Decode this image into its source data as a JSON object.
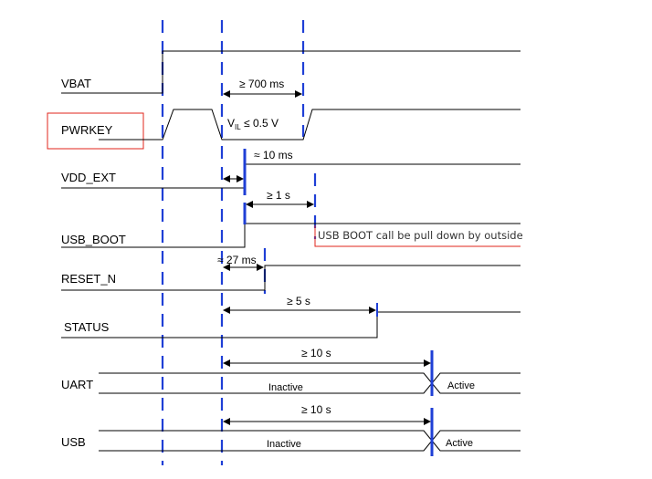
{
  "signals": {
    "vbat": "VBAT",
    "pwrkey": "PWRKEY",
    "vdd_ext": "VDD_EXT",
    "usb_boot": "USB_BOOT",
    "reset_n": "RESET_N",
    "status": "STATUS",
    "uart": "UART",
    "usb": "USB"
  },
  "annotations": {
    "pwrkey_hold": "≥ 700 ms",
    "vil_main": "V",
    "vil_sub": "IL",
    "vil_rest": " ≤ 0.5 V",
    "vdd_ext_delay": "≈ 10 ms",
    "usb_boot_delay": "≥ 1 s",
    "usb_boot_note": "USB BOOT call be pull down by outside",
    "reset_delay": "≈ 27 ms",
    "status_delay": "≥ 5 s",
    "uart_delay": "≥ 10 s",
    "uart_inactive": "Inactive",
    "uart_active": "Active",
    "usb_delay": "≥ 10 s",
    "usb_inactive": "Inactive",
    "usb_active": "Active"
  },
  "colors": {
    "marker": "#1f3fd6",
    "highlight": "#e0241b",
    "signal": "#000000"
  }
}
